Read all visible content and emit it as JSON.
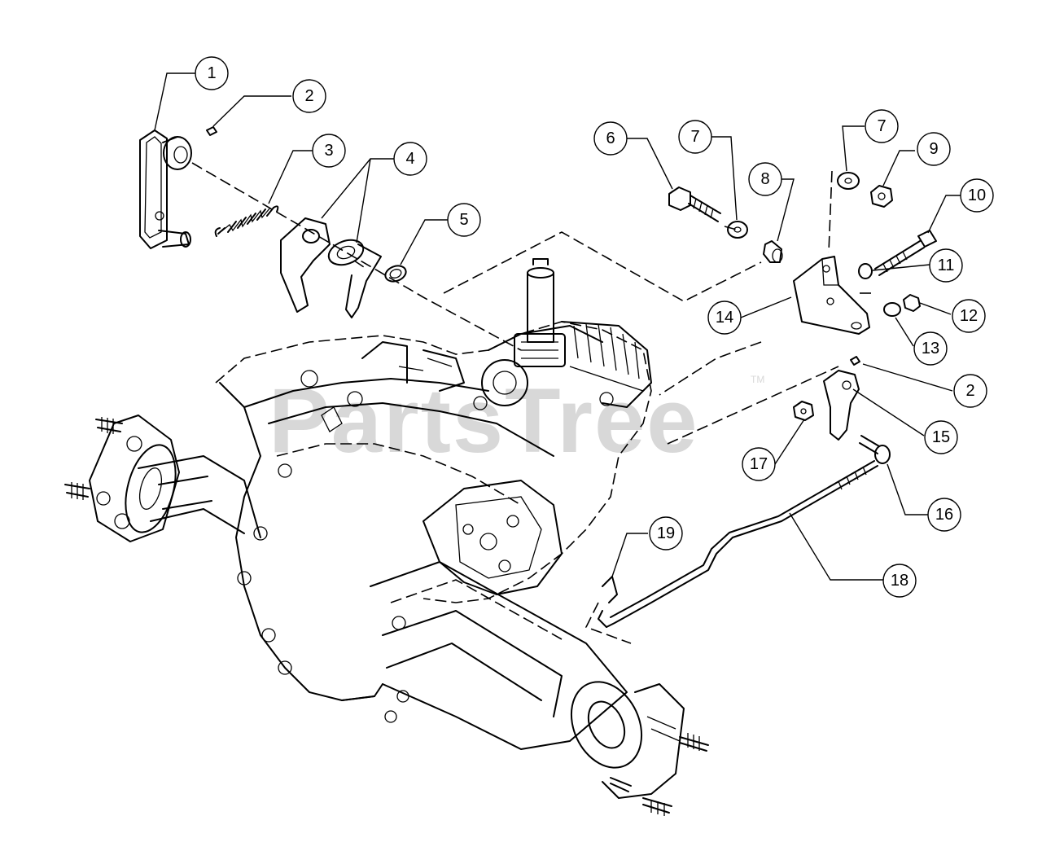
{
  "watermark": {
    "text": "PartsTree",
    "trademark": "TM"
  },
  "callouts": [
    {
      "label": "1"
    },
    {
      "label": "2"
    },
    {
      "label": "3"
    },
    {
      "label": "4"
    },
    {
      "label": "5"
    },
    {
      "label": "6"
    },
    {
      "label": "7"
    },
    {
      "label": "8"
    },
    {
      "label": "7"
    },
    {
      "label": "9"
    },
    {
      "label": "10"
    },
    {
      "label": "11"
    },
    {
      "label": "14"
    },
    {
      "label": "12"
    },
    {
      "label": "13"
    },
    {
      "label": "2"
    },
    {
      "label": "15"
    },
    {
      "label": "17"
    },
    {
      "label": "16"
    },
    {
      "label": "19"
    },
    {
      "label": "18"
    }
  ]
}
